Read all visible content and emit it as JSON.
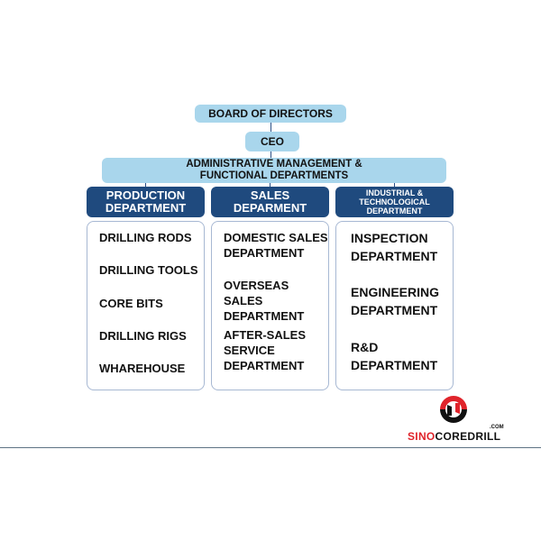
{
  "chart": {
    "board": "BOARD OF DIRECTORS",
    "ceo": "CEO",
    "admin_line1": "ADMINISTRATIVE MANAGEMENT &",
    "admin_line2": "FUNCTIONAL DEPARTMENTS",
    "departments": [
      {
        "title_line1": "PRODUCTION",
        "title_line2": "DEPARTMENT",
        "items": [
          "DRILLING RODS",
          "DRILLING TOOLS",
          "CORE BITS",
          "DRILLING RIGS",
          "WHAREHOUSE"
        ]
      },
      {
        "title_line1": "SALES",
        "title_line2": "DEPARMENT",
        "items": [
          {
            "line1": "DOMESTIC SALES",
            "line2": "DEPARTMENT"
          },
          {
            "line1": "OVERSEAS SALES",
            "line2": "DEPARTMENT"
          },
          {
            "line1": "AFTER-SALES",
            "line2": "SERVICE",
            "line3": "DEPARTMENT"
          }
        ]
      },
      {
        "title_line1": "INDUSTRIAL &",
        "title_line2": "TECHNOLOGICAL",
        "title_line3": "DEPARTMENT",
        "items": [
          {
            "line1": "INSPECTION",
            "line2": "DEPARTMENT"
          },
          {
            "line1": "ENGINEERING",
            "line2": "DEPARTMENT"
          },
          {
            "line1": "R&D",
            "line2": "DEPARTMENT"
          }
        ]
      }
    ]
  },
  "logo": {
    "brand_red": "SINO",
    "brand_dark": "COREDRILL",
    "suffix": ".COM"
  },
  "colors": {
    "light_box": "#a9d6ec",
    "dark_box": "#1f4a7e",
    "logo_red": "#e0242b"
  }
}
